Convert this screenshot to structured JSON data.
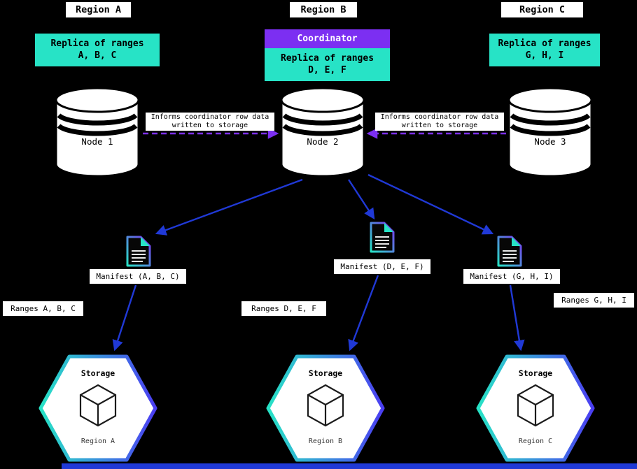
{
  "colors": {
    "background": "#000000",
    "cyan": "#27e3c6",
    "purple": "#7c2ff2",
    "blue": "#2039d6",
    "white": "#ffffff"
  },
  "regions": {
    "a": {
      "header": "Region A",
      "replica": "Replica of ranges\nA, B, C",
      "node": "Node 1",
      "manifest": "Manifest (A, B, C)",
      "ranges": "Ranges A, B, C",
      "storage_title": "Storage",
      "storage_region": "Region A"
    },
    "b": {
      "header": "Region B",
      "coordinator": "Coordinator",
      "replica": "Replica of ranges\nD, E, F",
      "node": "Node 2",
      "manifest": "Manifest (D, E, F)",
      "ranges": "Ranges D, E, F",
      "storage_title": "Storage",
      "storage_region": "Region B"
    },
    "c": {
      "header": "Region C",
      "replica": "Replica of ranges\nG, H, I",
      "node": "Node 3",
      "manifest": "Manifest (G, H, I)",
      "ranges": "Ranges G, H, I",
      "storage_title": "Storage",
      "storage_region": "Region C"
    }
  },
  "annotations": {
    "informs_left": "Informs coordinator row data\nwritten to storage",
    "informs_right": "Informs coordinator row data\nwritten to storage"
  },
  "icons": {
    "node": "database-cylinder-icon",
    "manifest": "document-file-icon",
    "storage": "hexagon-cube-icon"
  }
}
